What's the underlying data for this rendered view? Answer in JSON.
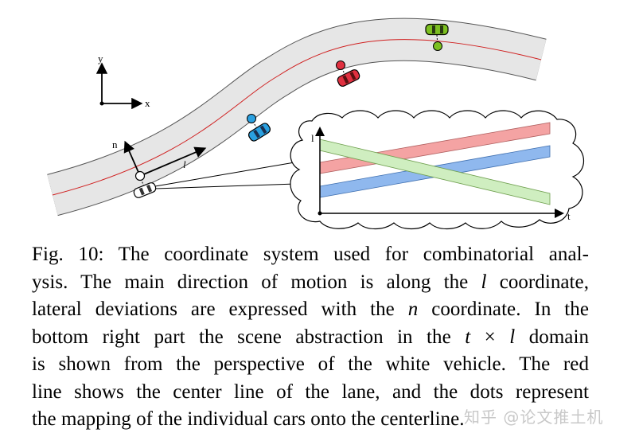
{
  "figure": {
    "axis_y": "y",
    "axis_x": "x",
    "label_n": "n",
    "label_l": "l",
    "inset_axis_l": "l",
    "inset_axis_t": "t",
    "colors": {
      "road": "#e6e6e6",
      "centerline": "#d02020",
      "red_car": "#e03040",
      "blue_car": "#2aa0e0",
      "green_car": "#7cc020",
      "red_band": "#f4a3a3",
      "blue_band": "#8fb8ee",
      "green_band": "#cfeec0"
    }
  },
  "caption": {
    "lines": [
      "Fig. 10: The coordinate system used for combinatorial anal-",
      "ysis. The main direction of motion is along the ",
      "lateral deviations are expressed with the ",
      "bottom right part the scene abstraction in the ",
      "is shown from the perspective of the white vehicle. The red",
      "line shows the center line of the lane, and the dots represent",
      "the mapping of the individual cars onto the centerline."
    ],
    "l_coord": "l",
    "l_suffix": " coordinate,",
    "n_coord": "n",
    "n_suffix": " coordinate. In the",
    "t_sym": "t",
    "times": " × ",
    "l_sym": "l",
    "domain_suffix": " domain"
  },
  "watermark": "知乎 @论文推土机"
}
